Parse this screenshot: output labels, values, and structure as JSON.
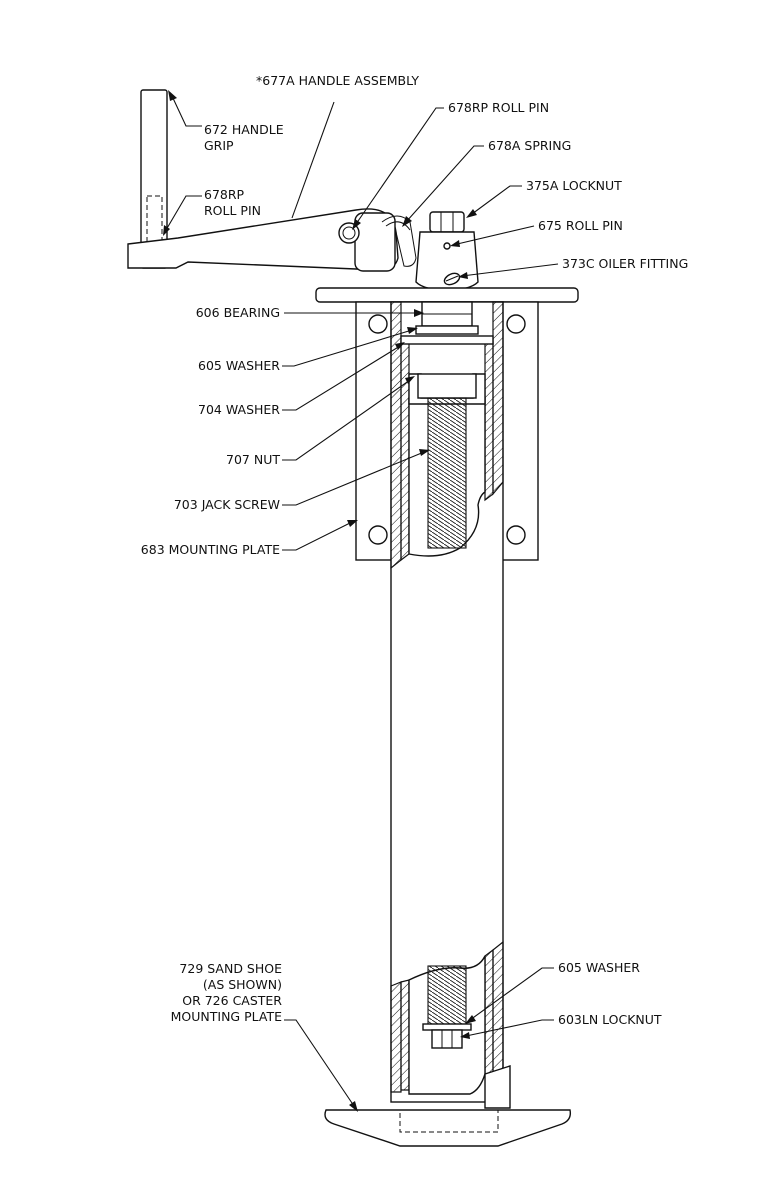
{
  "labels": {
    "handle_assembly": "*677A HANDLE ASSEMBLY",
    "handle_grip_1": "672 HANDLE",
    "handle_grip_2": "GRIP",
    "roll_pin_left_1": "678RP",
    "roll_pin_left_2": "ROLL PIN",
    "roll_pin_top": "678RP ROLL PIN",
    "spring": "678A SPRING",
    "locknut_top": "375A LOCKNUT",
    "roll_pin_675": "675 ROLL PIN",
    "oiler": "373C OILER FITTING",
    "bearing": "606 BEARING",
    "washer_605_top": "605 WASHER",
    "washer_704": "704 WASHER",
    "nut_707": "707 NUT",
    "jack_screw": "703 JACK SCREW",
    "mounting_plate": "683 MOUNTING PLATE",
    "sand_shoe_1": "729 SAND SHOE",
    "sand_shoe_2": "(AS SHOWN)",
    "sand_shoe_3": "OR 726 CASTER",
    "sand_shoe_4": "MOUNTING PLATE",
    "washer_605_bottom": "605 WASHER",
    "locknut_bottom": "603LN LOCKNUT"
  },
  "colors": {
    "line": "#111111",
    "background": "#ffffff"
  }
}
